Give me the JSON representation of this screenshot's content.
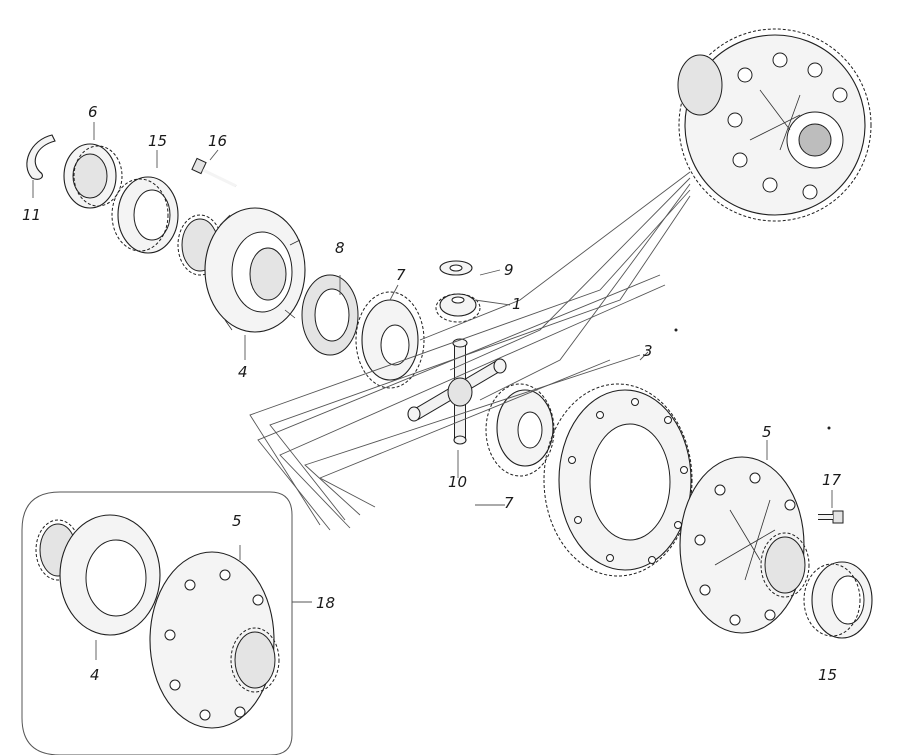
{
  "callouts": {
    "c1": "1",
    "c3": "3",
    "c4a": "4",
    "c4b": "4",
    "c5a": "5",
    "c5b": "5",
    "c6": "6",
    "c7a": "7",
    "c7b": "7",
    "c8": "8",
    "c9": "9",
    "c10": "10",
    "c11": "11",
    "c15a": "15",
    "c15b": "15",
    "c16": "16",
    "c17": "17",
    "c18": "18"
  }
}
